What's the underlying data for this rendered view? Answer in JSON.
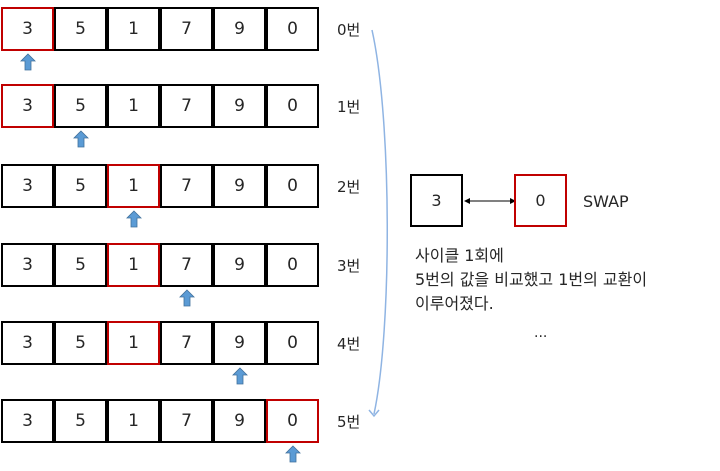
{
  "steps": [
    {
      "label": "0번",
      "values": [
        "3",
        "5",
        "1",
        "7",
        "9",
        "0"
      ],
      "min_index": 0,
      "pointer_index": 0
    },
    {
      "label": "1번",
      "values": [
        "3",
        "5",
        "1",
        "7",
        "9",
        "0"
      ],
      "min_index": 0,
      "pointer_index": 1
    },
    {
      "label": "2번",
      "values": [
        "3",
        "5",
        "1",
        "7",
        "9",
        "0"
      ],
      "min_index": 2,
      "pointer_index": 2
    },
    {
      "label": "3번",
      "values": [
        "3",
        "5",
        "1",
        "7",
        "9",
        "0"
      ],
      "min_index": 2,
      "pointer_index": 3
    },
    {
      "label": "4번",
      "values": [
        "3",
        "5",
        "1",
        "7",
        "9",
        "0"
      ],
      "min_index": 2,
      "pointer_index": 4
    },
    {
      "label": "5번",
      "values": [
        "3",
        "5",
        "1",
        "7",
        "9",
        "0"
      ],
      "min_index": 5,
      "pointer_index": 5
    }
  ],
  "swap": {
    "left_value": "3",
    "right_value": "0",
    "label": "SWAP"
  },
  "description": [
    "사이클 1회에",
    "5번의 값을 비교했고 1번의 교환이",
    "이루어졌다."
  ],
  "ellipsis": "...",
  "colors": {
    "highlight": "#c00000",
    "arrow": "#5b9bd5",
    "brace": "#8fb4e3"
  }
}
